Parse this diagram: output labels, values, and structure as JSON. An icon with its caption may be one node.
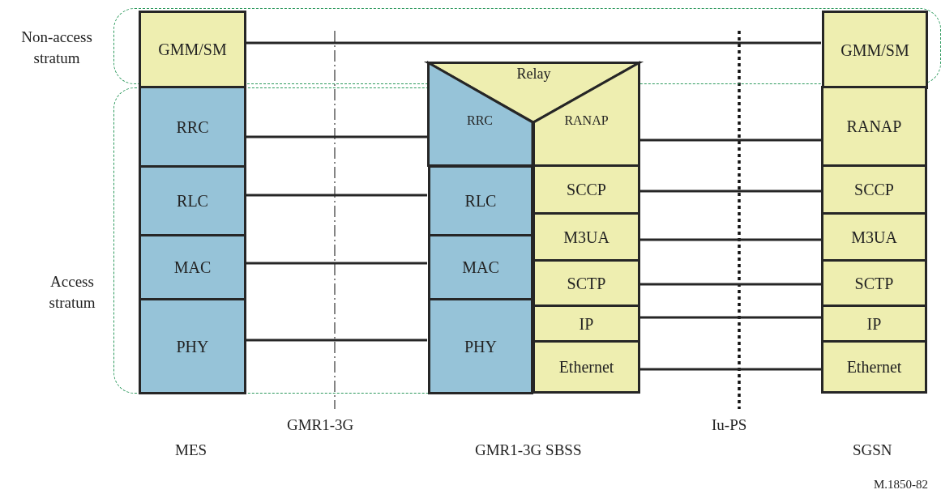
{
  "diagram": {
    "nodes": [
      {
        "text": [
          "Non-access stratum"
        ]
      },
      {
        "text": [
          "GMM/SM"
        ],
        "in": 0
      },
      {
        "text": [
          "GMM/SM"
        ],
        "in": 0
      },
      {
        "text": [
          "Access stratum"
        ]
      },
      {
        "text": [
          "RRC"
        ],
        "in": 3
      },
      {
        "text": [
          "RLC"
        ],
        "in": 3
      },
      {
        "text": [
          "MAC"
        ],
        "in": 3
      },
      {
        "text": [
          "PHY"
        ],
        "in": 3
      },
      {
        "text": [
          "Relay"
        ]
      },
      {
        "text": [
          "RRC"
        ]
      },
      {
        "text": [
          "RLC"
        ],
        "in": 3
      },
      {
        "text": [
          "MAC"
        ],
        "in": 3
      },
      {
        "text": [
          "PHY"
        ],
        "in": 3
      },
      {
        "text": [
          "RANAP"
        ]
      },
      {
        "text": [
          "SCCP"
        ]
      },
      {
        "text": [
          "M3UA"
        ]
      },
      {
        "text": [
          "SCTP"
        ]
      },
      {
        "text": [
          "IP"
        ]
      },
      {
        "text": [
          "Ethernet"
        ]
      },
      {
        "text": [
          "RANAP"
        ]
      },
      {
        "text": [
          "SCCP"
        ]
      },
      {
        "text": [
          "M3UA"
        ]
      },
      {
        "text": [
          "SCTP"
        ]
      },
      {
        "text": [
          "IP"
        ]
      },
      {
        "text": [
          "Ethernet"
        ]
      }
    ],
    "edges": [
      {
        "from": 1,
        "to": 2,
        "arrow": "none"
      },
      {
        "from": 4,
        "to": 9,
        "arrow": "none"
      },
      {
        "from": 5,
        "to": 10,
        "arrow": "none"
      },
      {
        "from": 6,
        "to": 11,
        "arrow": "none"
      },
      {
        "from": 7,
        "to": 12,
        "arrow": "none"
      },
      {
        "from": 13,
        "to": 19,
        "arrow": "none"
      },
      {
        "from": 14,
        "to": 20,
        "arrow": "none"
      },
      {
        "from": 15,
        "to": 21,
        "arrow": "none"
      },
      {
        "from": 16,
        "to": 22,
        "arrow": "none"
      },
      {
        "from": 17,
        "to": 23,
        "arrow": "none"
      },
      {
        "from": 18,
        "to": 24,
        "arrow": "none"
      }
    ],
    "labels": [
      "GMR1-3G",
      "Iu-PS",
      "MES",
      "GMR1-3G SBSS",
      "SGSN",
      "M.1850-82"
    ]
  }
}
